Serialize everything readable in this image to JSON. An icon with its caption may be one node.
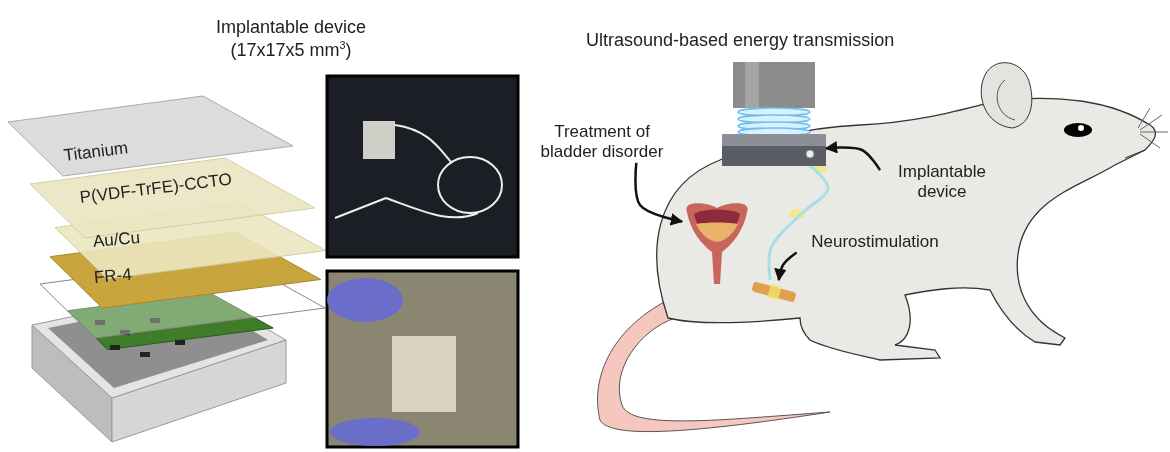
{
  "diagram": {
    "nodes": [
      {
        "text": [
          "Treatment of bladder disorder"
        ]
      },
      {
        "text": [],
        "shape": "picture"
      },
      {
        "text": [
          "Implantable device"
        ]
      },
      {
        "text": [],
        "shape": "picture"
      },
      {
        "text": [
          "Neurostimulation"
        ]
      },
      {
        "text": [],
        "shape": "picture"
      }
    ],
    "edges": [
      {
        "from": 0,
        "to": 1,
        "arrow": "to"
      },
      {
        "from": 2,
        "to": 3,
        "arrow": "to"
      },
      {
        "from": 4,
        "to": 5,
        "arrow": "to"
      },
      {
        "from": 3,
        "to": 5,
        "arrow": "none",
        "color": "#a7dfe6"
      }
    ],
    "labels": [
      "Implantable device (17x17x5 mm$^{3}$)",
      "Ultrasound-based energy transmission",
      "Titanium",
      "P(VDF-TrFE)-CCTO",
      "Au/Cu",
      "FR-4"
    ]
  }
}
